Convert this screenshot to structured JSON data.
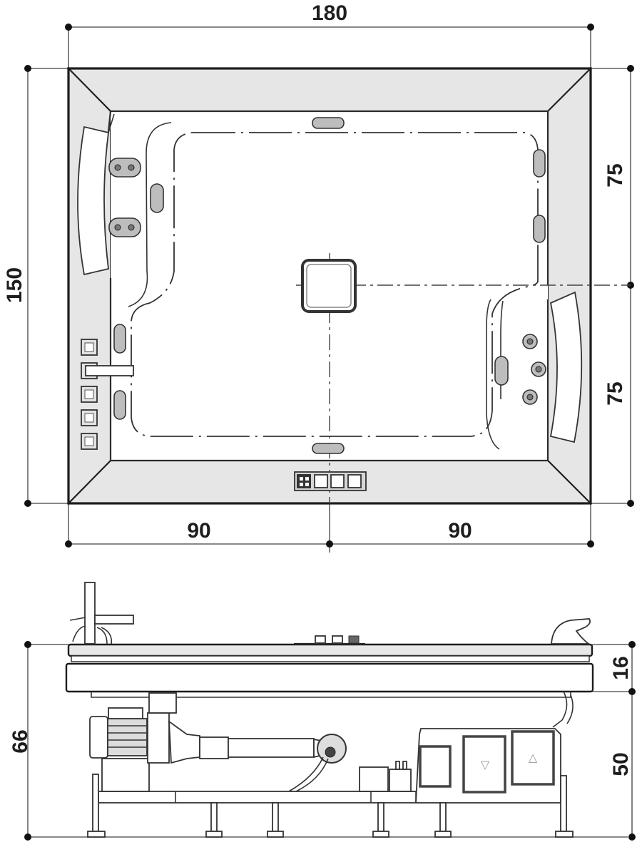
{
  "drawing": {
    "subject": "Whirlpool bathtub technical drawing",
    "views": [
      "plan-view",
      "side-elevation"
    ],
    "units": "cm"
  },
  "plan_view": {
    "dimensions": {
      "overall_width": "180",
      "overall_depth": "150",
      "half_width_left": "90",
      "half_width_right": "90",
      "half_depth_top": "75",
      "half_depth_bottom": "75"
    },
    "features": {
      "headrests": 2,
      "wall_jets": 8,
      "back_jets": 7,
      "side_control_buttons": 5,
      "front_control_buttons": 4,
      "drain": "center"
    }
  },
  "side_view": {
    "dimensions": {
      "overall_height": "66",
      "rim_height": "16",
      "base_height": "50"
    },
    "components": [
      "faucet",
      "pump-motor",
      "suction-pipe",
      "blower",
      "control-box",
      "support-feet"
    ]
  },
  "colors": {
    "line": "#1c1c1c",
    "rim_fill": "#e6e6e6",
    "dimension_line": "#777777",
    "background": "#ffffff"
  }
}
